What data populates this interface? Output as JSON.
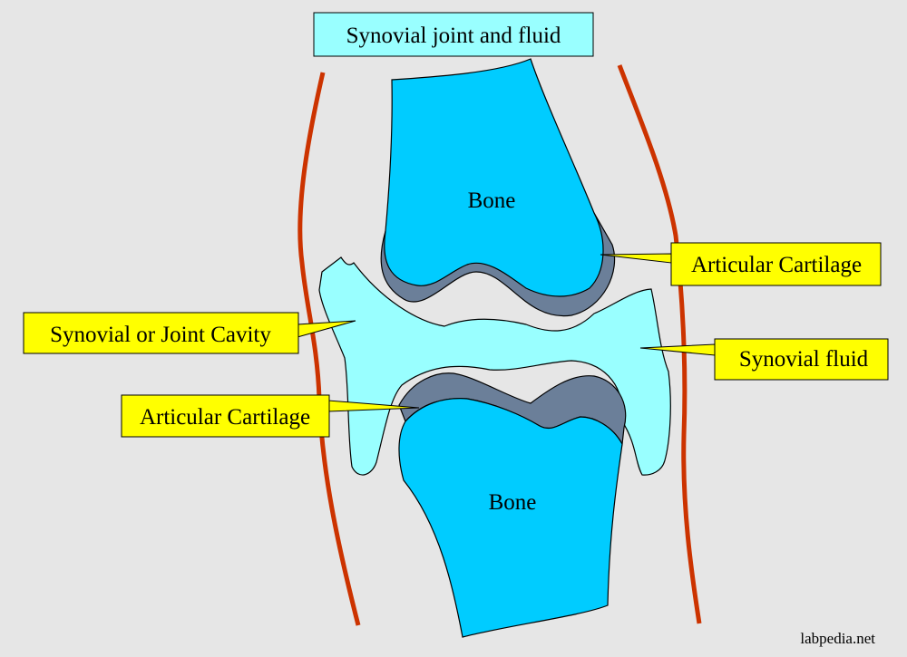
{
  "diagram": {
    "title": "Synovial joint and fluid",
    "labels": {
      "bone_upper": "Bone",
      "bone_lower": "Bone",
      "articular_cartilage_upper": "Articular Cartilage",
      "articular_cartilage_lower": "Articular Cartilage",
      "joint_cavity": "Synovial or Joint Cavity",
      "synovial_fluid": "Synovial fluid"
    },
    "watermark": "labpedia.net"
  },
  "colors": {
    "background": "#e6e6e6",
    "bone": "#00ccff",
    "cartilage": "#6b7f99",
    "synovial_fluid": "#99ffff",
    "capsule": "#cc3300",
    "label_box": "#ffff00",
    "title_box": "#99ffff"
  }
}
